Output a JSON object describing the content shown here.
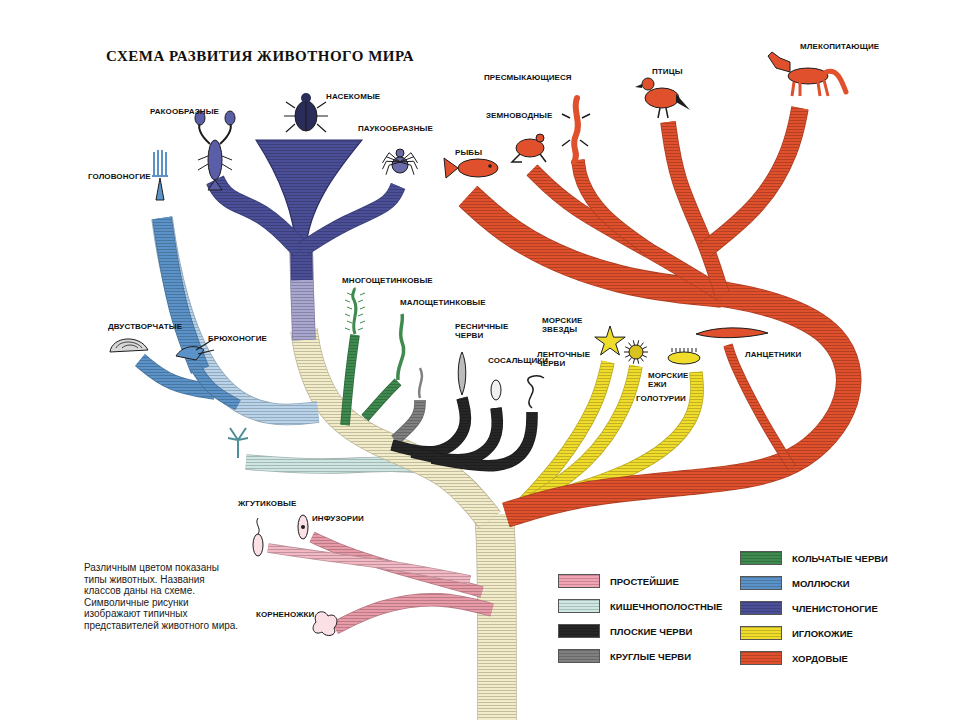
{
  "diagram": {
    "title": "СХЕМА РАЗВИТИЯ ЖИВОТНОГО МИРА",
    "labels": [
      "ГОЛОВОНОГИЕ",
      "РАКООБРАЗНЫЕ",
      "НАСЕКОМЫЕ",
      "ПАУКООБРАЗНЫЕ",
      "ДВУСТВОРЧАТЫЕ",
      "БРЮХОНОГИЕ",
      "МНОГОЩЕТИНКОВЫЕ",
      "МАЛОЩЕТИНКОВЫЕ",
      "РЕСНИЧНЫЕ ЧЕРВИ",
      "СОСАЛЬЩИКИ",
      "ЛЕНТОЧНЫЕ ЧЕРВИ",
      "МОРСКИЕ ЗВЕЗДЫ",
      "МОРСКИЕ ЕЖИ",
      "ГОЛОТУРИИ",
      "ЛАНЦЕТНИКИ",
      "РЫБЫ",
      "ЗЕМНОВОДНЫЕ",
      "ПРЕСМЫКАЮЩИЕСЯ",
      "ПТИЦЫ",
      "МЛЕКОПИТАЮЩИЕ",
      "ЖГУТИКОВЫЕ",
      "ИНФУЗОРИИ",
      "КОРНЕНОЖКИ",
      "Различным цветом показаны типы животных. Названия классов даны на схеме. Символичные рисунки изображают типичных представителей животного мира."
    ],
    "legend": [
      {
        "text": "ПРОСТЕЙШИЕ",
        "color": "#f2a4b4"
      },
      {
        "text": "КИШЕЧНОПОЛОСТНЫЕ",
        "color": "#cfe8e3"
      },
      {
        "text": "ПЛОСКИЕ ЧЕРВИ",
        "color": "#262626"
      },
      {
        "text": "КРУГЛЫЕ ЧЕРВИ",
        "color": "#808080"
      },
      {
        "text": "КОЛЬЧАТЫЕ ЧЕРВИ",
        "color": "#3f8a4f"
      },
      {
        "text": "МОЛЛЮСКИ",
        "color": "#5b93c9"
      },
      {
        "text": "ЧЛЕНИСТОНОГИЕ",
        "color": "#4b4f98"
      },
      {
        "text": "ИГЛОКОЖИЕ",
        "color": "#f0dc2a"
      },
      {
        "text": "ХОРДОВЫЕ",
        "color": "#e0502c"
      }
    ]
  }
}
